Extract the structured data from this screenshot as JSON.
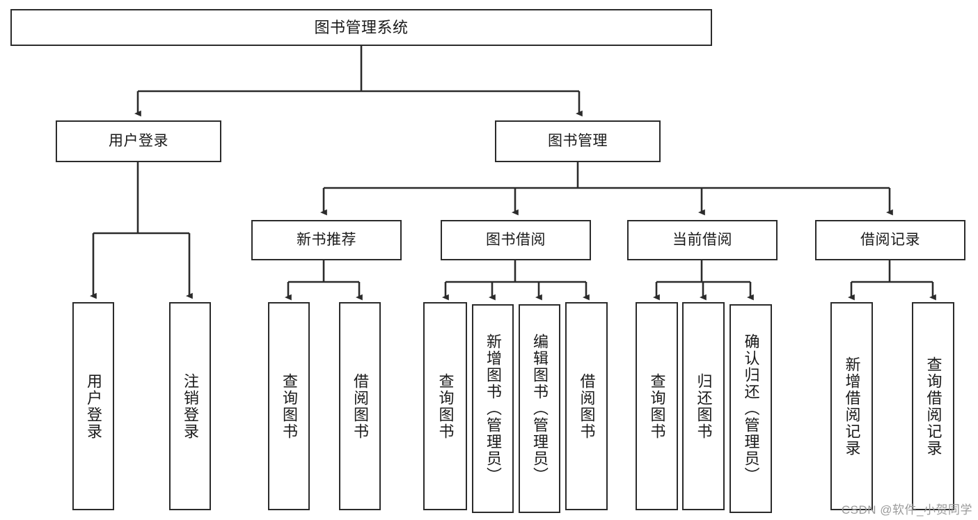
{
  "diagram": {
    "title": "图书管理系统",
    "type": "tree-hierarchy-chart",
    "watermark": "CSDN @软件_小贺同学",
    "colors": {
      "box_border": "#2b2b2b",
      "box_fill": "#ffffff",
      "edge": "#2b2b2b",
      "text": "#1a1a1a",
      "watermark": "#9a9a9a",
      "background": "#ffffff"
    },
    "levels": {
      "level0": [
        {
          "id": "root",
          "label": "图书管理系统",
          "orientation": "horizontal"
        }
      ],
      "level1": [
        {
          "id": "user-login",
          "label": "用户登录",
          "orientation": "horizontal"
        },
        {
          "id": "book-manage",
          "label": "图书管理",
          "orientation": "horizontal"
        }
      ],
      "level2": [
        {
          "id": "new-book-rec",
          "label": "新书推荐",
          "orientation": "horizontal"
        },
        {
          "id": "book-borrow",
          "label": "图书借阅",
          "orientation": "horizontal"
        },
        {
          "id": "current-borrow",
          "label": "当前借阅",
          "orientation": "horizontal"
        },
        {
          "id": "borrow-record",
          "label": "借阅记录",
          "orientation": "horizontal"
        }
      ],
      "level3": [
        {
          "id": "leaf-user-login",
          "label": "用户登录",
          "orientation": "vertical",
          "parent": "user-login"
        },
        {
          "id": "leaf-user-logout",
          "label": "注销登录",
          "orientation": "vertical",
          "parent": "user-login"
        },
        {
          "id": "leaf-query-book-1",
          "label": "查询图书",
          "orientation": "vertical",
          "parent": "new-book-rec"
        },
        {
          "id": "leaf-borrow-book-1",
          "label": "借阅图书",
          "orientation": "vertical",
          "parent": "new-book-rec"
        },
        {
          "id": "leaf-query-book-2",
          "label": "查询图书",
          "orientation": "vertical",
          "parent": "book-borrow"
        },
        {
          "id": "leaf-add-book",
          "label": "新增图书（管理员）",
          "orientation": "vertical",
          "parent": "book-borrow"
        },
        {
          "id": "leaf-edit-book",
          "label": "编辑图书（管理员）",
          "orientation": "vertical",
          "parent": "book-borrow"
        },
        {
          "id": "leaf-borrow-book-2",
          "label": "借阅图书",
          "orientation": "vertical",
          "parent": "book-borrow"
        },
        {
          "id": "leaf-query-book-3",
          "label": "查询图书",
          "orientation": "vertical",
          "parent": "current-borrow"
        },
        {
          "id": "leaf-return-book",
          "label": "归还图书",
          "orientation": "vertical",
          "parent": "current-borrow"
        },
        {
          "id": "leaf-confirm-return",
          "label": "确认归还（管理员）",
          "orientation": "vertical",
          "parent": "current-borrow"
        },
        {
          "id": "leaf-add-record",
          "label": "新增借阅记录",
          "orientation": "vertical",
          "parent": "borrow-record"
        },
        {
          "id": "leaf-query-record",
          "label": "查询借阅记录",
          "orientation": "vertical",
          "parent": "borrow-record"
        }
      ]
    }
  }
}
